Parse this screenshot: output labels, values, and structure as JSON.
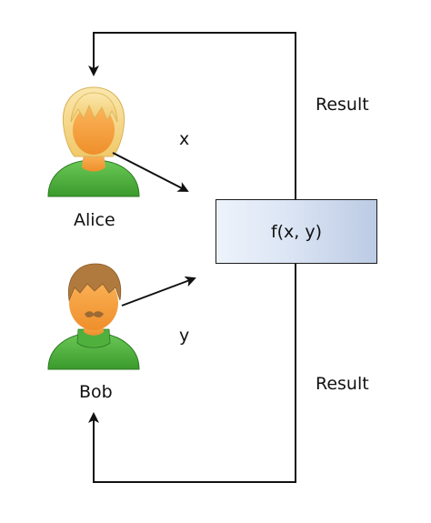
{
  "nodes": {
    "alice": {
      "label": "Alice"
    },
    "bob": {
      "label": "Bob"
    },
    "function": {
      "label": "f(x, y)"
    }
  },
  "edges": {
    "alice_input": {
      "label": "x"
    },
    "bob_input": {
      "label": "y"
    },
    "result_to_alice": {
      "label": "Result"
    },
    "result_to_bob": {
      "label": "Result"
    }
  },
  "colors": {
    "function_box_light": "#eef3fb",
    "function_box_dark": "#bccbe4",
    "shirt_green": "#4caf3c",
    "skin": "#f5a44a",
    "alice_hair": "#f7d98c",
    "bob_hair": "#b07a3e"
  },
  "icons": [
    "alice-avatar-icon",
    "bob-avatar-icon"
  ]
}
